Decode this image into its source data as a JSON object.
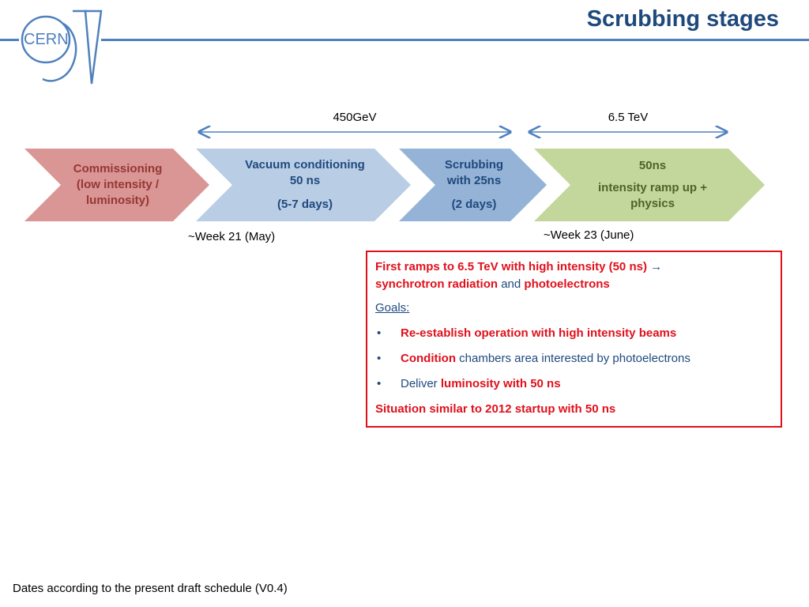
{
  "slide": {
    "title": "Scrubbing stages",
    "logo_text": "CERN"
  },
  "ranges": [
    {
      "label": "450GeV"
    },
    {
      "label": "6.5 TeV"
    }
  ],
  "stages": [
    {
      "line1": "Commissioning",
      "line2": "(low intensity /",
      "line3": "luminosity)",
      "color": "#d99694",
      "text_color": "#953735"
    },
    {
      "line1": "Vacuum conditioning",
      "line2": "50 ns",
      "detail": "(5-7 days)",
      "color": "#b9cde5",
      "text_color": "#1f497d"
    },
    {
      "line1": "Scrubbing",
      "line2": "with 25ns",
      "detail": "(2 days)",
      "color": "#95b3d7",
      "text_color": "#1f497d"
    },
    {
      "line1": "50ns",
      "line2": "intensity ramp up +",
      "line3": "physics",
      "color": "#c3d69b",
      "text_color": "#4f6228"
    }
  ],
  "weeks": [
    {
      "label": "~Week 21 (May)"
    },
    {
      "label": "~Week 23 (June)"
    }
  ],
  "goals_box": {
    "intro_a": "First ramps to 6.5 TeV with high intensity  (50 ns)",
    "arrow": "→",
    "intro_b": "synchrotron radiation",
    "intro_and": " and ",
    "intro_c": "photoelectrons",
    "goals_label": "Goals:",
    "bullet_symbol": "•",
    "bullet1": "Re-establish operation with high intensity beams",
    "bullet2_a": "Condition",
    "bullet2_b": " chambers area interested by photoelectrons",
    "bullet3_a": "Deliver ",
    "bullet3_b": "luminosity with 50 ns",
    "summary": "Situation similar to 2012 startup with 50 ns"
  },
  "footer": "Dates according to the present draft schedule (V0.4)",
  "colors": {
    "accent": "#1f497d",
    "header_line": "#4f81bd",
    "highlight_red": "#e0101b",
    "arrow_line": "#4f81bd"
  }
}
